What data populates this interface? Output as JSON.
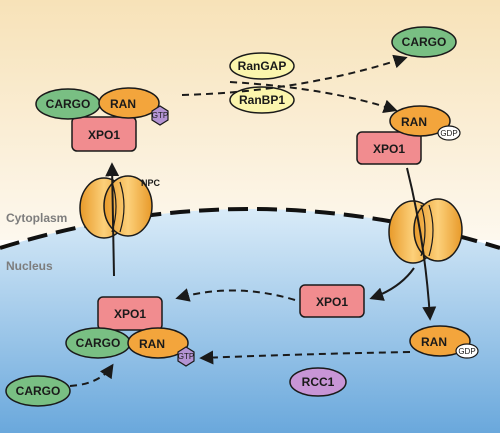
{
  "labels": {
    "cytoplasm": "Cytoplasm",
    "nucleus": "Nucleus",
    "npc": "NPC",
    "cargo": "CARGO",
    "ran": "RAN",
    "xpo1": "XPO1",
    "gtp": "GTP",
    "gdp": "GDP",
    "ranGAP": "RanGAP",
    "ranBP1": "RanBP1",
    "rcc1": "RCC1"
  },
  "colors": {
    "cytoplasm_top": "#f7e2b8",
    "cytoplasm_bottom": "#fdf8ee",
    "nucleus_top": "#d9ebf8",
    "nucleus_bottom": "#6aa8dc",
    "cargo": "#79bf83",
    "ran": "#f3a53c",
    "xpo1": "#f18c8f",
    "gtp": "#b393d3",
    "rcc1": "#c895d6",
    "ran_gap_bp1": "#fbf5ad",
    "npc": "#f5b848",
    "outline": "#1a1a1a"
  }
}
